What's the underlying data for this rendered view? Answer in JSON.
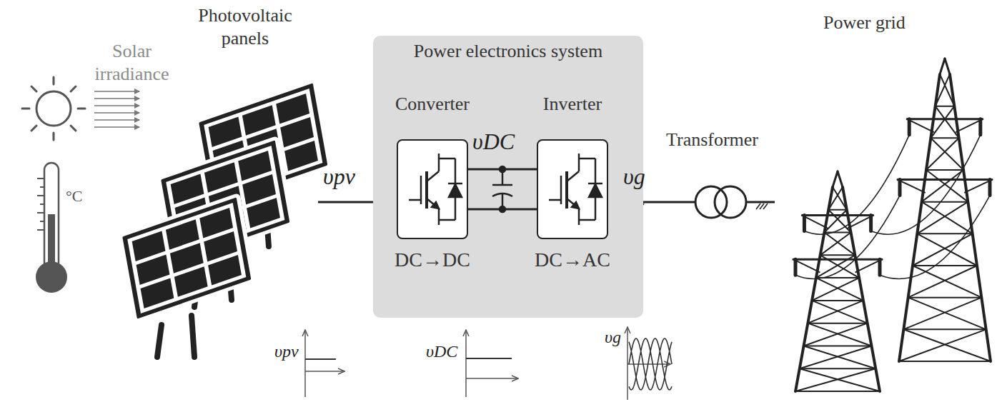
{
  "diagram": {
    "nodes": [
      {
        "text": [
          "Power electronics system"
        ]
      },
      {
        "text": [
          "Converter",
          "DC→DC"
        ],
        "in": 0
      },
      {
        "text": [
          "Inverter",
          "DC→AC"
        ],
        "in": 0
      }
    ],
    "edges": [
      {
        "from": 1,
        "to": 2,
        "arrow": "none",
        "label": "υDC"
      }
    ],
    "labels": [
      "Solar irradiance",
      "Photovoltaic panels",
      "°C",
      "υpv",
      "υg",
      "Transformer",
      "Power grid",
      "υpv",
      "υDC",
      "υg"
    ]
  }
}
